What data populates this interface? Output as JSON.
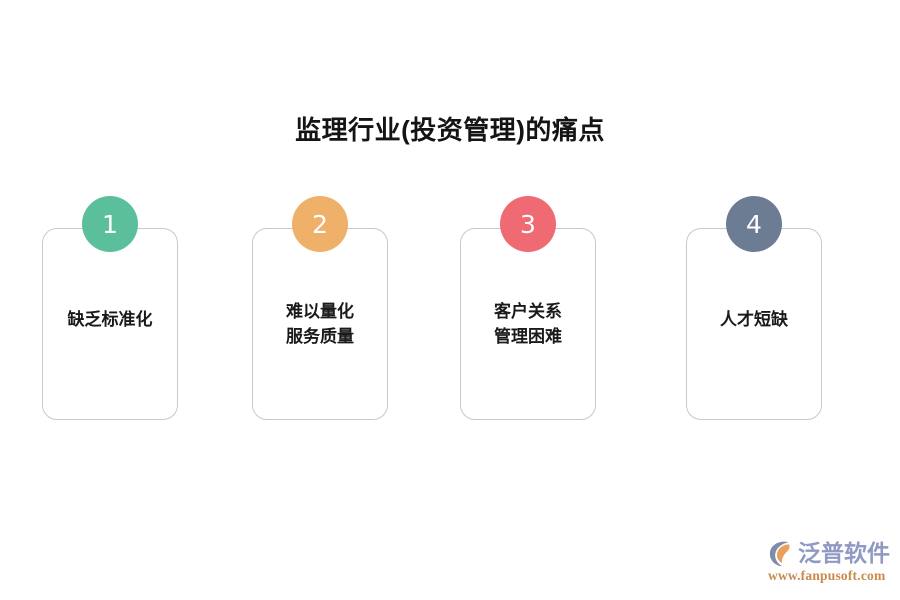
{
  "slide": {
    "title": "监理行业(投资管理)的痛点",
    "background_color": "#ffffff"
  },
  "cards": [
    {
      "number": "1",
      "badge_color": "#5cbf9b",
      "label_line1": "缺乏标准化",
      "label_line2": ""
    },
    {
      "number": "2",
      "badge_color": "#efb06a",
      "label_line1": "难以量化",
      "label_line2": "服务质量"
    },
    {
      "number": "3",
      "badge_color": "#f06a73",
      "label_line1": "客户关系",
      "label_line2": "管理困难"
    },
    {
      "number": "4",
      "badge_color": "#6b7c93",
      "label_line1": "人才短缺",
      "label_line2": ""
    }
  ],
  "logo": {
    "brand_name": "泛普软件",
    "url": "www.fanpusoft.com",
    "brand_color": "#9099c4",
    "url_color": "#c98a4b",
    "mark_arc_color": "#7f8cab",
    "mark_leaf_color": "#e8a05a"
  }
}
